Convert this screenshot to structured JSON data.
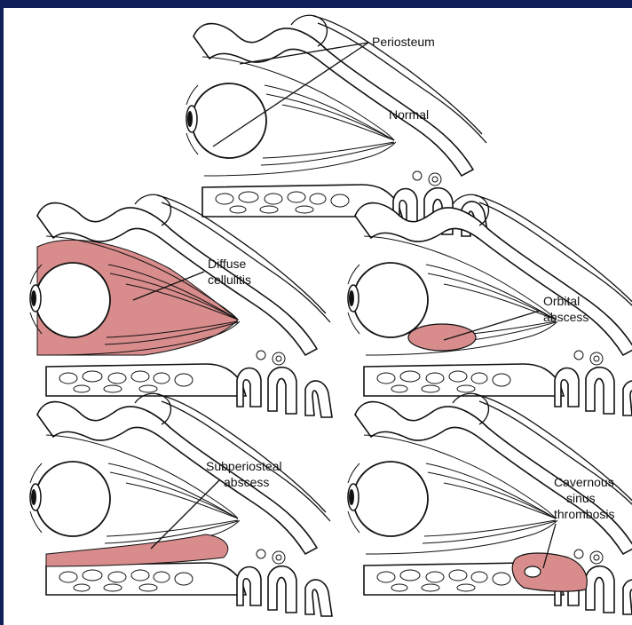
{
  "figure": {
    "panels": [
      {
        "id": "normal",
        "labels": [
          "Periosteum",
          "Normal"
        ]
      },
      {
        "id": "diffuse-cellulitis",
        "labels": [
          "Diffuse",
          "cellulitis"
        ]
      },
      {
        "id": "orbital-abscess",
        "labels": [
          "Orbital",
          "abscess"
        ]
      },
      {
        "id": "subperiosteal-abscess",
        "labels": [
          "Subperiosteal",
          "abscess"
        ]
      },
      {
        "id": "cavernous-sinus-thrombosis",
        "labels": [
          "Cavernous",
          "sinus",
          "thrombosis"
        ]
      }
    ],
    "colors": {
      "highlight": "#d98c8c",
      "line": "#111111",
      "border": "#0f1f5a"
    }
  }
}
